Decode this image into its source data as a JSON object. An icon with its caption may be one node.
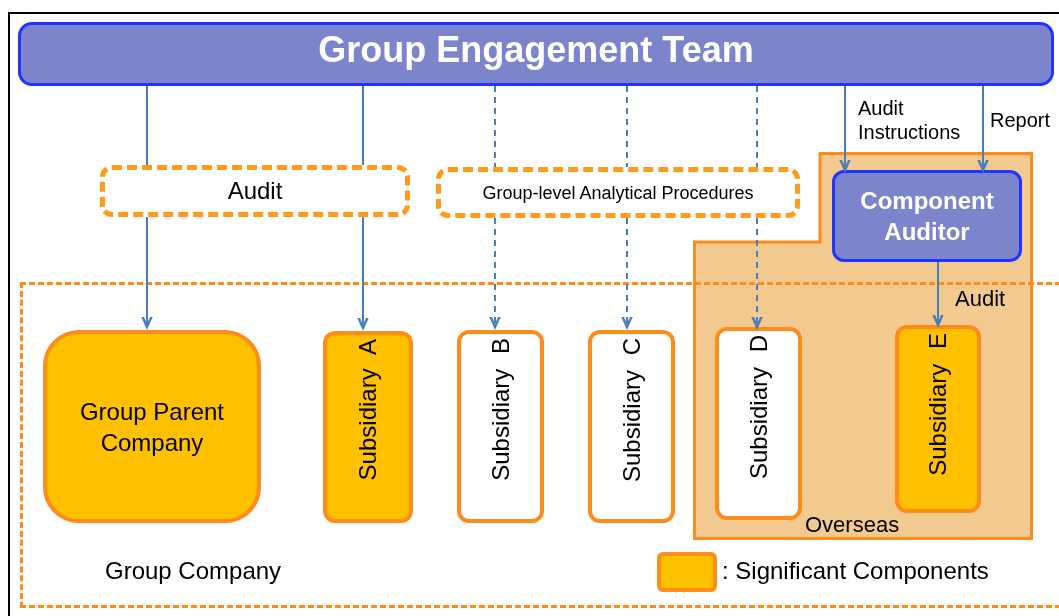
{
  "diagram": {
    "nodes": [
      {
        "text": [
          "Group Engagement Team"
        ]
      },
      {
        "text": [
          "Audit"
        ]
      },
      {
        "text": [
          "Group-level Analytical Procedures"
        ]
      },
      {
        "text": [
          "Overseas"
        ]
      },
      {
        "text": [
          "Component Auditor"
        ],
        "in": 3
      },
      {
        "text": [
          "Group Company"
        ]
      },
      {
        "text": [
          "Group Parent Company"
        ],
        "in": 5
      },
      {
        "text": [
          "Subsidiary A"
        ],
        "in": 5
      },
      {
        "text": [
          "Subsidiary B"
        ],
        "in": 5
      },
      {
        "text": [
          "Subsidiary C"
        ],
        "in": 5
      },
      {
        "text": [
          "Subsidiary D"
        ]
      },
      {
        "text": [
          "Subsidiary E"
        ]
      }
    ],
    "edges": [
      {
        "from": 0,
        "to": 1,
        "arrow": "none"
      },
      {
        "from": 1,
        "to": 6,
        "arrow": "to"
      },
      {
        "from": 0,
        "to": 1,
        "arrow": "none"
      },
      {
        "from": 1,
        "to": 7,
        "arrow": "to"
      },
      {
        "from": 0,
        "to": 2,
        "arrow": "none",
        "style": "dashed"
      },
      {
        "from": 2,
        "to": 8,
        "arrow": "to",
        "style": "dashed"
      },
      {
        "from": 0,
        "to": 2,
        "arrow": "none",
        "style": "dashed"
      },
      {
        "from": 2,
        "to": 9,
        "arrow": "to",
        "style": "dashed"
      },
      {
        "from": 0,
        "to": 2,
        "arrow": "none",
        "style": "dashed"
      },
      {
        "from": 2,
        "to": 10,
        "arrow": "to",
        "style": "dashed"
      },
      {
        "from": 0,
        "to": 4,
        "arrow": "to",
        "label": "Audit Instructions"
      },
      {
        "from": 0,
        "to": 4,
        "arrow": "to",
        "label": "Report"
      },
      {
        "from": 4,
        "to": 11,
        "arrow": "to",
        "label": "Audit"
      }
    ],
    "legend": [
      {
        "text": ": Significant Components",
        "color": "#ffc000"
      }
    ]
  }
}
